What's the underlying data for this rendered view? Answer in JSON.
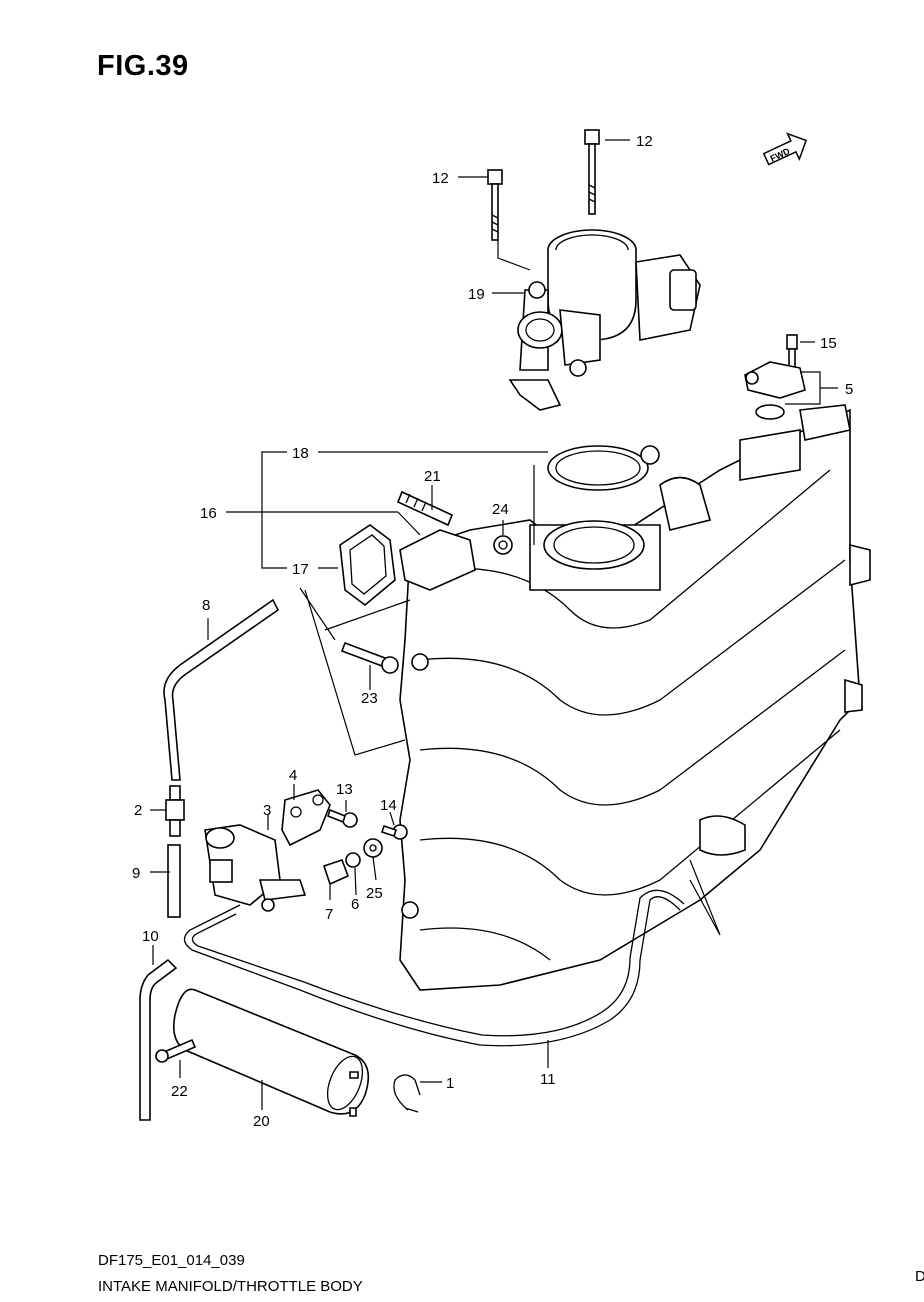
{
  "figure": {
    "title": "FIG.39",
    "model_code": "DF175_E01_014_039",
    "caption": "INTAKE MANIFOLD/THROTTLE BODY",
    "edge_mark": "D"
  },
  "fwd_badge": "FWD",
  "callouts": {
    "c1": "1",
    "c2": "2",
    "c3": "3",
    "c4": "4",
    "c5": "5",
    "c6": "6",
    "c7": "7",
    "c8": "8",
    "c9": "9",
    "c10": "10",
    "c11": "11",
    "c12a": "12",
    "c12b": "12",
    "c13": "13",
    "c14": "14",
    "c15": "15",
    "c16": "16",
    "c17": "17",
    "c18": "18",
    "c19": "19",
    "c20": "20",
    "c21": "21",
    "c22": "22",
    "c23": "23",
    "c24": "24",
    "c25": "25"
  }
}
